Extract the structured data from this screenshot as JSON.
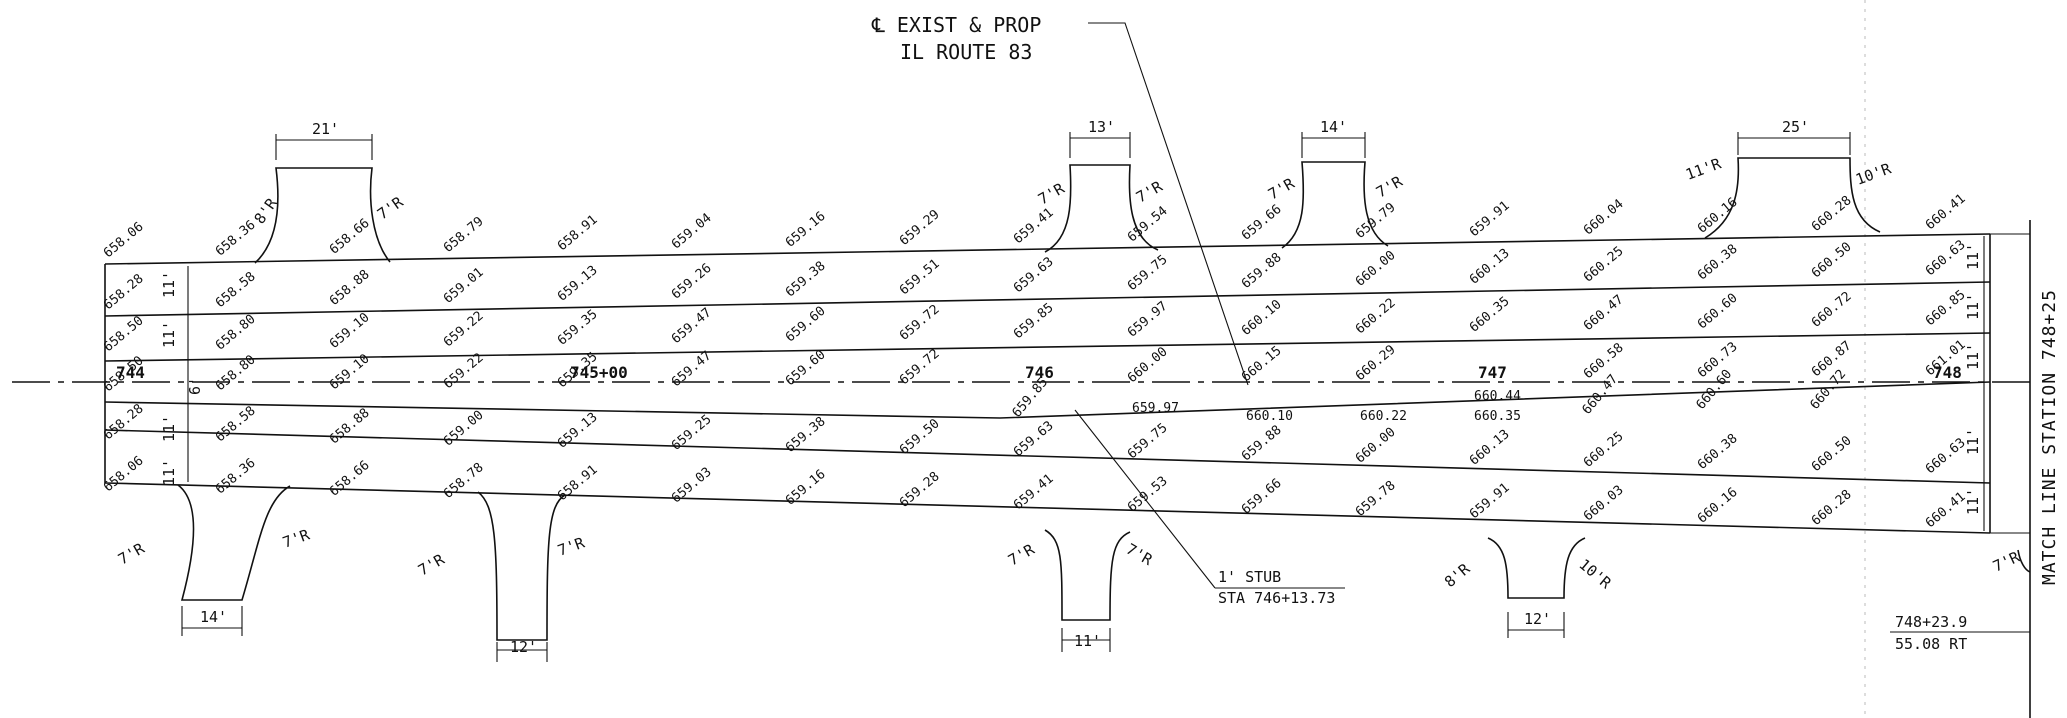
{
  "centerline_note": {
    "line1": "℄ EXIST & PROP",
    "line2": "IL ROUTE 83"
  },
  "match_line": "MATCH LINE STATION 748+25",
  "stations": [
    "744",
    "745+00",
    "746",
    "747",
    "748"
  ],
  "lane_widths": {
    "lane": "11'",
    "center": "6'"
  },
  "elevations": {
    "top_edge": [
      "658.06",
      "658.36",
      "658.66",
      "658.79",
      "658.91",
      "659.04",
      "659.16",
      "659.29",
      "659.41",
      "659.54",
      "659.66",
      "659.79",
      "659.91",
      "660.04",
      "660.16",
      "660.28",
      "660.41"
    ],
    "row1": [
      "658.28",
      "658.58",
      "658.88",
      "659.01",
      "659.13",
      "659.26",
      "659.38",
      "659.51",
      "659.63",
      "659.75",
      "659.88",
      "660.00",
      "660.13",
      "660.25",
      "660.38",
      "660.50",
      "660.63"
    ],
    "row2": [
      "658.50",
      "658.80",
      "659.10",
      "659.22",
      "659.35",
      "659.47",
      "659.60",
      "659.72",
      "659.85",
      "659.97",
      "660.10",
      "660.22",
      "660.35",
      "660.47",
      "660.60",
      "660.72",
      "660.85"
    ],
    "centerline": [
      "658.50",
      "658.80",
      "659.10",
      "659.22",
      "659.35",
      "659.47",
      "659.60",
      "659.72",
      "",
      "660.00",
      "660.15",
      "660.29",
      "",
      "660.58",
      "660.73",
      "660.87",
      "661.01"
    ],
    "row3": [
      "658.28",
      "658.58",
      "658.88",
      "659.00",
      "659.13",
      "659.25",
      "659.38",
      "659.50",
      "659.63",
      "659.75",
      "659.88",
      "660.00",
      "660.13",
      "660.25",
      "660.38",
      "660.50",
      "660.63"
    ],
    "bottom_edge": [
      "658.06",
      "658.36",
      "658.66",
      "658.78",
      "658.91",
      "659.03",
      "659.16",
      "659.28",
      "659.41",
      "659.53",
      "659.66",
      "659.78",
      "659.91",
      "660.03",
      "660.16",
      "660.28",
      "660.41"
    ],
    "extra": [
      "659.85",
      "659.97",
      "660.10",
      "660.22",
      "660.44",
      "660.35",
      "660.47",
      "660.60",
      "660.72"
    ]
  },
  "driveways_top": [
    {
      "width": "21'",
      "left_radius": "8'R",
      "right_radius": "7'R"
    },
    {
      "width": "13'",
      "left_radius": "7'R",
      "right_radius": "7'R"
    },
    {
      "width": "14'",
      "left_radius": "7'R",
      "right_radius": "7'R"
    },
    {
      "width": "25'",
      "left_radius": "11'R",
      "right_radius": "10'R"
    }
  ],
  "driveways_bottom": [
    {
      "width": "14'",
      "left_radius": "7'R",
      "right_radius": "7'R"
    },
    {
      "width": "12'",
      "left_radius": "7'R",
      "right_radius": "7'R"
    },
    {
      "width": "11'",
      "left_radius": "7'R",
      "right_radius": "7'R"
    },
    {
      "width": "12'",
      "left_radius": "8'R",
      "right_radius": "10'R"
    }
  ],
  "end_radius": "7'R",
  "stub_note": {
    "line1": "1' STUB",
    "line2": "STA 746+13.73"
  },
  "end_note": {
    "line1": "748+23.9",
    "line2": "55.08 RT"
  }
}
